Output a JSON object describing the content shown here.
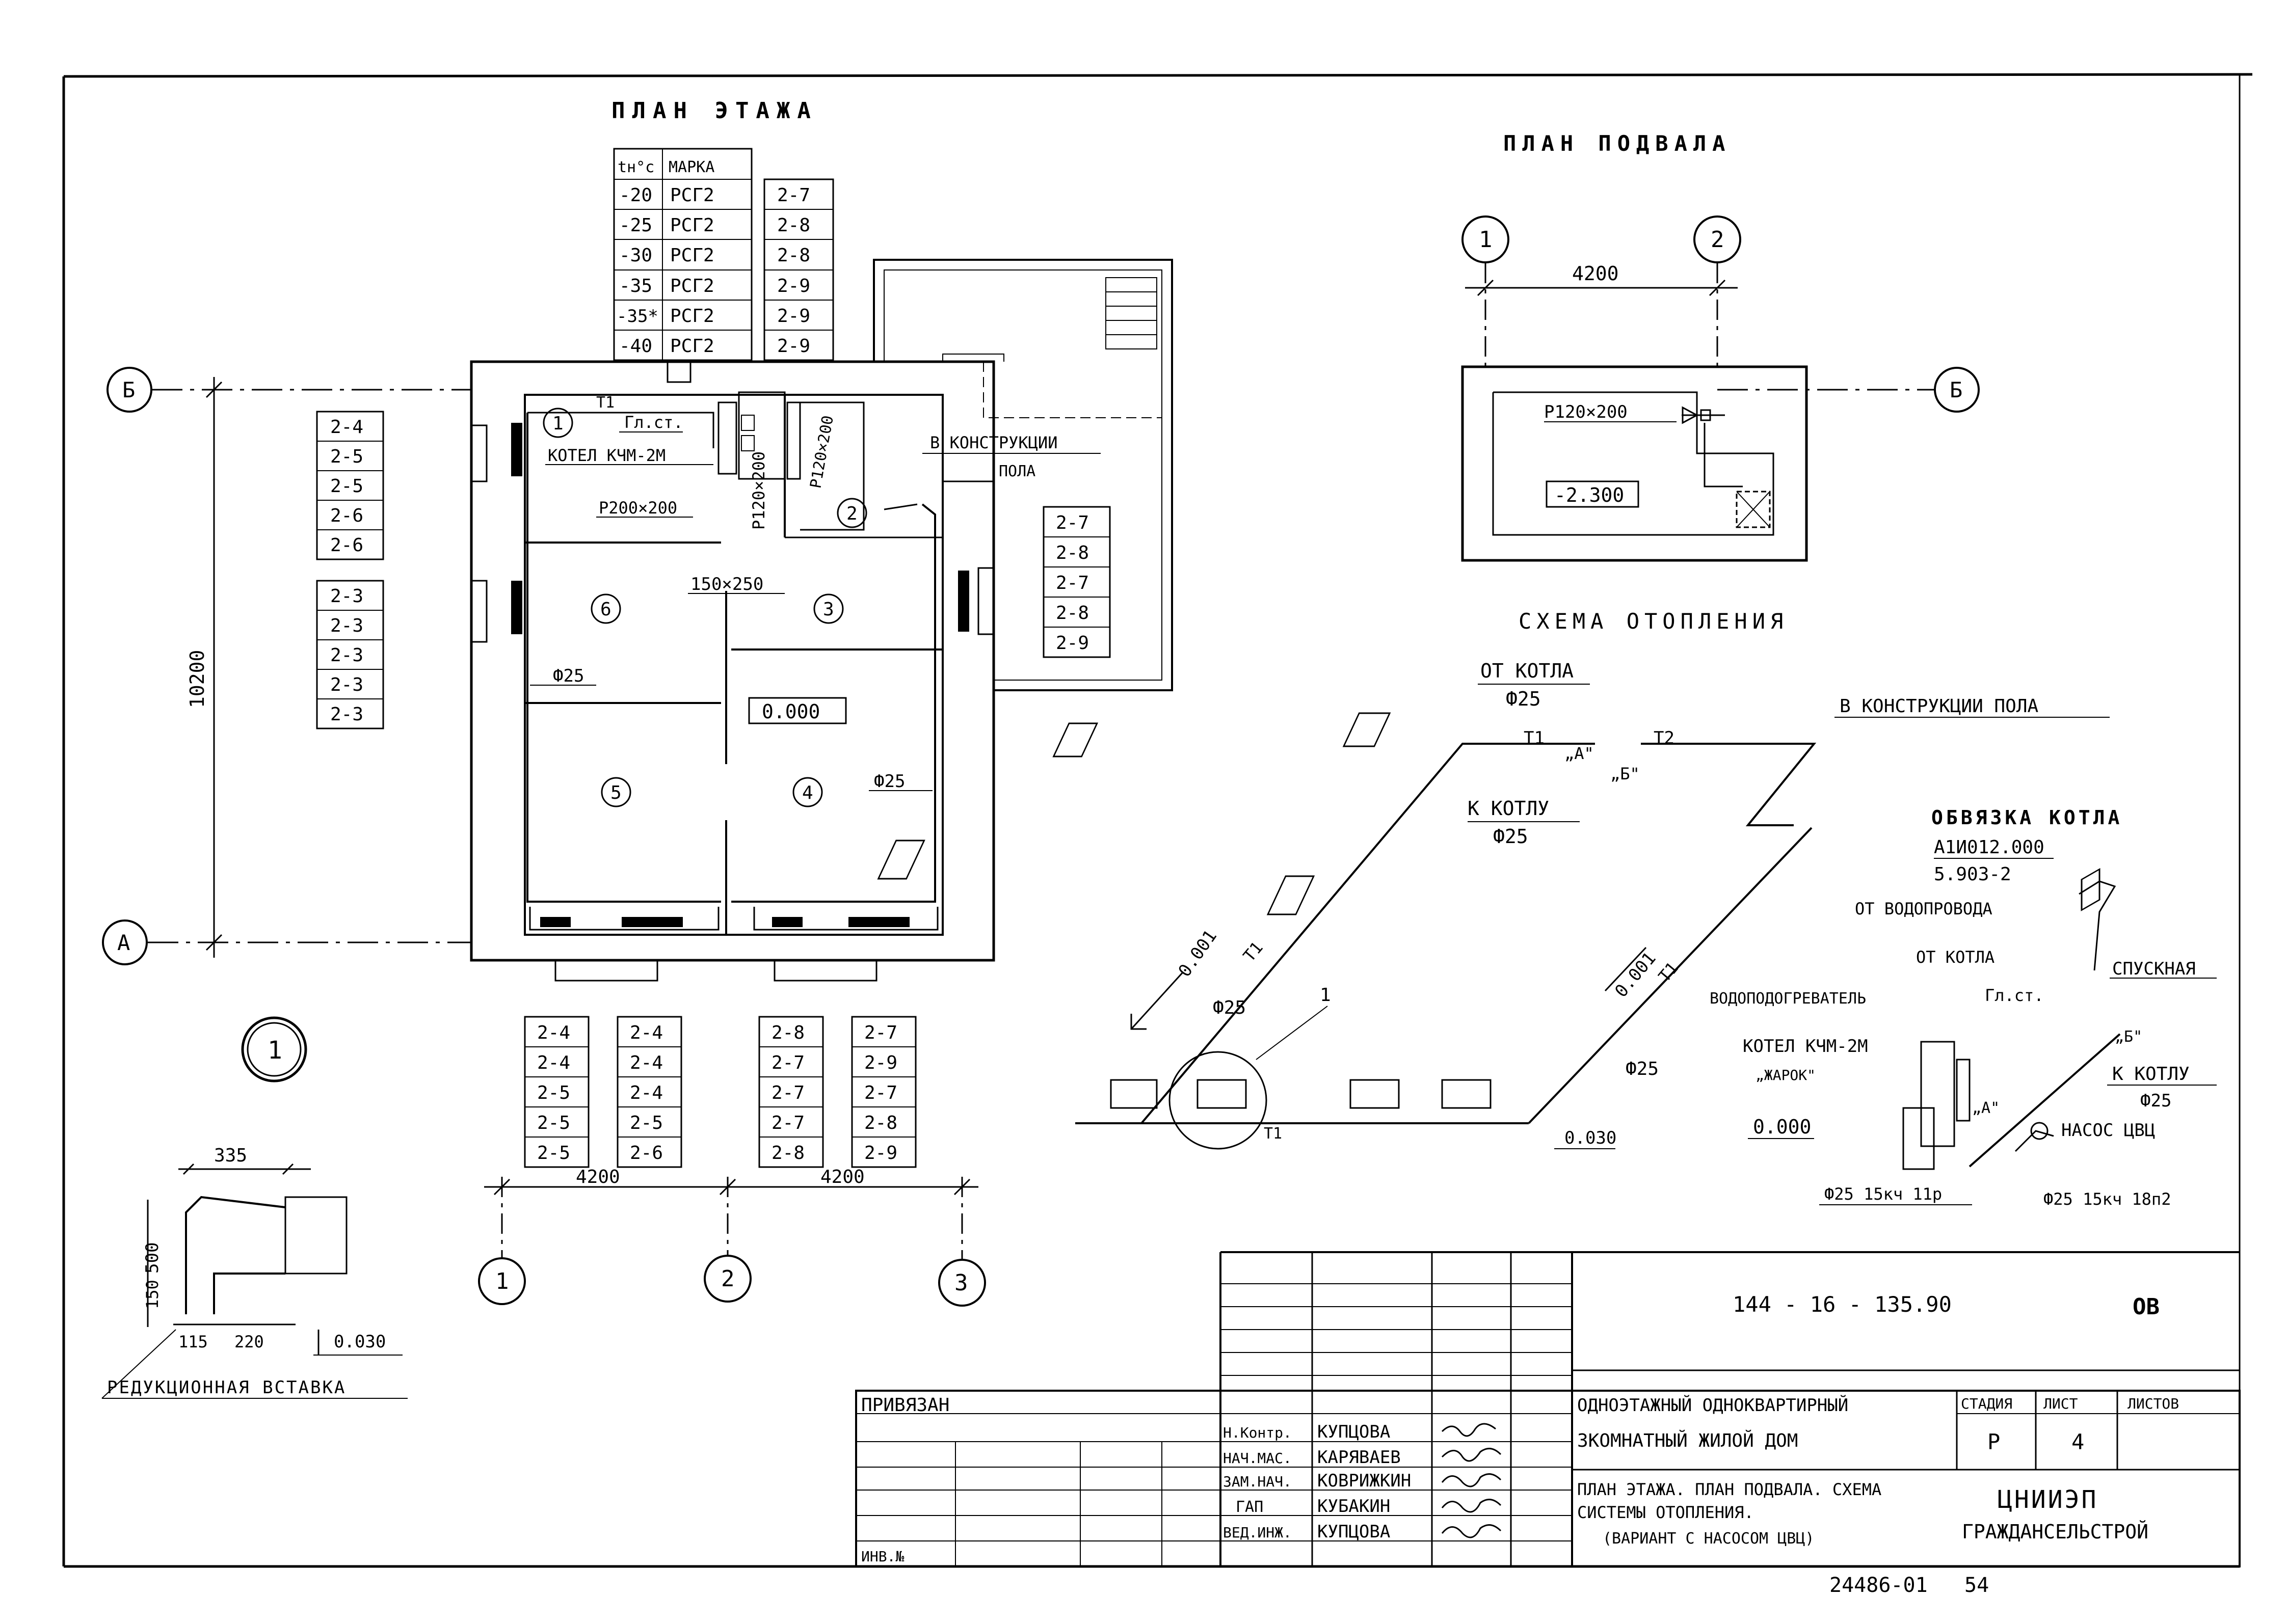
{
  "titles": {
    "floor_plan": "ПЛАН ЭТАЖА",
    "basement_plan": "ПЛАН ПОДВАЛА",
    "heating_scheme": "СХЕМА ОТОПЛЕНИЯ",
    "boiler_piping": "ОБВЯЗКА КОТЛА"
  },
  "temp_table": {
    "headers": [
      "tн°с",
      "МАРКА"
    ],
    "rows": [
      [
        "-20",
        "РСГ2",
        "2-7"
      ],
      [
        "-25",
        "РСГ2",
        "2-8"
      ],
      [
        "-30",
        "РСГ2",
        "2-8"
      ],
      [
        "-35",
        "РСГ2",
        "2-9"
      ],
      [
        "-35*",
        "РСГ2",
        "2-9"
      ],
      [
        "-40",
        "РСГ2",
        "2-9"
      ]
    ]
  },
  "radiator_tables": {
    "left_top": [
      "2-4",
      "2-5",
      "2-5",
      "2-6",
      "2-6"
    ],
    "left_mid": [
      "2-3",
      "2-3",
      "2-3",
      "2-3",
      "2-3"
    ],
    "right": [
      "2-7",
      "2-8",
      "2-7",
      "2-8",
      "2-9"
    ],
    "bottom_1": [
      "2-4",
      "2-4",
      "2-5",
      "2-5",
      "2-5"
    ],
    "bottom_2": [
      "2-4",
      "2-4",
      "2-4",
      "2-5",
      "2-6"
    ],
    "bottom_3": [
      "2-8",
      "2-7",
      "2-7",
      "2-7",
      "2-8"
    ],
    "bottom_4": [
      "2-7",
      "2-9",
      "2-7",
      "2-8",
      "2-9"
    ]
  },
  "floor_plan": {
    "axis_labels": {
      "b": "Б",
      "a": "А",
      "one": "1",
      "two": "2",
      "three": "3"
    },
    "dim_height": "10200",
    "dim_width_1": "4200",
    "dim_width_2": "4200",
    "room_numbers": [
      "1",
      "2",
      "3",
      "4",
      "5",
      "6"
    ],
    "labels": {
      "t1": "Т1",
      "gl_st": "Гл.ст.",
      "boiler": "КОТЕЛ КЧМ-2М",
      "p200": "Р200×200",
      "p120": "Р120×200",
      "p120b": "Р120×200",
      "in_floor": "В КОНСТРУКЦИИ",
      "in_floor_2": "ПОЛА",
      "duct": "150×250",
      "phi25_a": "Ф25",
      "phi25_b": "Ф25",
      "elev": "0.000"
    }
  },
  "basement": {
    "axis_1": "1",
    "axis_2": "2",
    "axis_b": "Б",
    "dim": "4200",
    "grille": "Р120×200",
    "elev": "-2.300"
  },
  "scheme": {
    "from_boiler": "ОТ КОТЛА",
    "from_phi": "Ф25",
    "to_boiler": "К КОТЛУ",
    "to_phi": "Ф25",
    "t1": "Т1",
    "t2": "Т2",
    "mark_a": "„А\"",
    "mark_b": "„Б\"",
    "in_floor": "В КОНСТРУКЦИИ ПОЛА",
    "slope_1": "0.001",
    "slope_2": "0.001",
    "phi25_1": "Ф25",
    "phi25_2": "Ф25",
    "callout": "1",
    "elev": "0.030"
  },
  "boiler_piping": {
    "series": "А1И012.000",
    "sheet": "5.903-2",
    "from_water": "ОТ ВОДОПРОВОДА",
    "drain": "СПУСКНАЯ",
    "from_boiler": "ОТ КОТЛА",
    "heater": "ВОДОПОДОГРЕВАТЕЛЬ",
    "gl_st": "Гл.ст.",
    "boiler": "КОТЕЛ КЧМ-2М",
    "boiler_name": "„ЖАРОК\"",
    "elev": "0.000",
    "mark_a": "„А\"",
    "mark_b": "„Б\"",
    "to_boiler": "К КОТЛУ",
    "phi25": "Ф25",
    "pump": "НАСОС ЦВЦ",
    "valve_1": "Ф25 15кч 11р",
    "valve_2": "Ф25 15кч 18п2"
  },
  "detail": {
    "number": "1",
    "dim_335": "335",
    "dim_500": "500",
    "dim_150": "150",
    "dim_115": "115",
    "dim_220": "220",
    "elev": "0.030",
    "caption": "РЕДУКЦИОННАЯ ВСТАВКА"
  },
  "title_block": {
    "doc_code": "144 - 16 - 135.90",
    "sheet_code": "ОВ",
    "tied": "ПРИВЯЗАН",
    "inv": "ИНВ.№",
    "project_name_1": "ОДНОЭТАЖНЫЙ ОДНОКВАРТИРНЫЙ",
    "project_name_2": "3КОМНАТНЫЙ ЖИЛОЙ ДОМ",
    "sheet_title_1": "ПЛАН ЭТАЖА. ПЛАН ПОДВАЛА. СХЕМА",
    "sheet_title_2": "СИСТЕМЫ ОТОПЛЕНИЯ.",
    "sheet_title_3": "(ВАРИАНТ С НАСОСОМ ЦВЦ)",
    "stage_label": "СТАДИЯ",
    "sheet_label": "ЛИСТ",
    "sheets_label": "ЛИСТОВ",
    "stage": "Р",
    "sheet": "4",
    "org_1": "ЦНИИЭП",
    "org_2": "ГРАЖДАНСЕЛЬСТРОЙ",
    "staff": [
      {
        "role": "Н.Контр.",
        "name": "КУПЦОВА"
      },
      {
        "role": "НАЧ.МАС.",
        "name": "КАРЯВАЕВ"
      },
      {
        "role": "ЗАМ.НАЧ.",
        "name": "КОВРИЖКИН"
      },
      {
        "role": "ГАП",
        "name": "КУБАКИН"
      },
      {
        "role": "ВЕД.ИНЖ.",
        "name": "КУПЦОВА"
      }
    ]
  },
  "footer": {
    "number": "24486-01",
    "page": "54"
  }
}
